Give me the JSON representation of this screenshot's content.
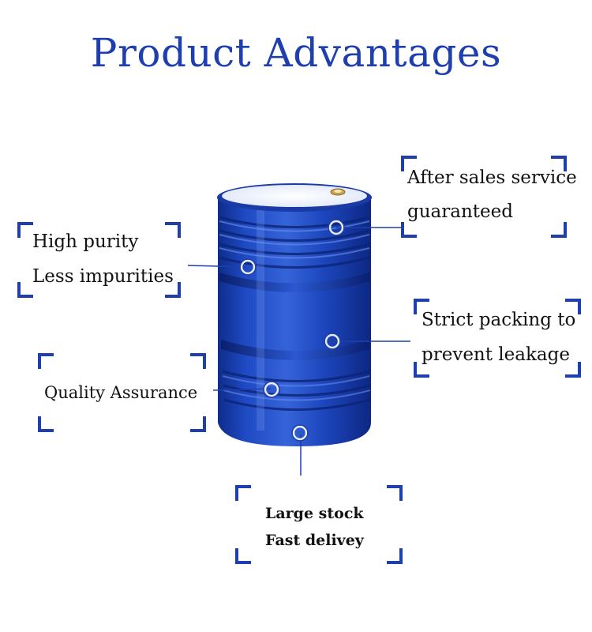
{
  "title": "Product Advantages",
  "colors": {
    "accent": "#1f3fae",
    "barrel": "#1d44b8"
  },
  "callouts": {
    "after_sales": {
      "line1": "After sales service",
      "line2": "guaranteed"
    },
    "purity": {
      "line1": "High purity",
      "line2": "Less impurities"
    },
    "packing": {
      "line1": "Strict packing to",
      "line2": "prevent leakage"
    },
    "quality": {
      "line1": "Quality Assurance"
    },
    "stock": {
      "line1": "Large stock",
      "line2": "Fast delivey"
    }
  }
}
